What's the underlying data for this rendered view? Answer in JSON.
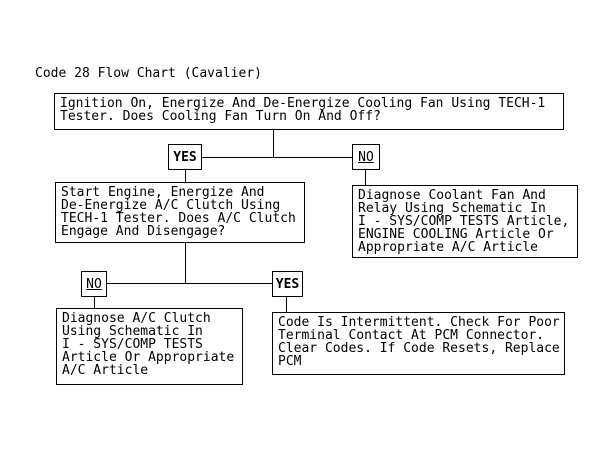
{
  "title": "Code 28 Flow Chart (Cavalier)",
  "nodes": {
    "ignition_test": {
      "text": "Ignition On, Energize And De-Energize Cooling Fan Using TECH-1\nTester. Does Cooling Fan Turn On And Off?"
    },
    "ac_clutch_test": {
      "text": "Start Engine, Energize And\nDe-Energize A/C Clutch Using\nTECH-1 Tester. Does A/C Clutch\nEngage And Disengage?"
    },
    "diagnose_coolant_fan": {
      "text": "Diagnose Coolant Fan And\nRelay Using Schematic In\nI - SYS/COMP TESTS Article,\nENGINE COOLING Article Or\nAppropriate A/C Article"
    },
    "diagnose_ac_clutch": {
      "text": "Diagnose A/C Clutch\nUsing Schematic In\nI - SYS/COMP TESTS\nArticle Or Appropriate\nA/C Article"
    },
    "intermittent": {
      "text": "Code Is Intermittent. Check For Poor\nTerminal Contact At PCM Connector.\nClear Codes. If Code Resets, Replace\nPCM"
    }
  },
  "decisions": {
    "yes1": {
      "label": "YES"
    },
    "no1": {
      "label": "NO"
    },
    "no2": {
      "label": "NO"
    },
    "yes2": {
      "label": "YES"
    }
  },
  "colors": {
    "background": "#ffffff",
    "line": "#000000",
    "text": "#000000"
  }
}
